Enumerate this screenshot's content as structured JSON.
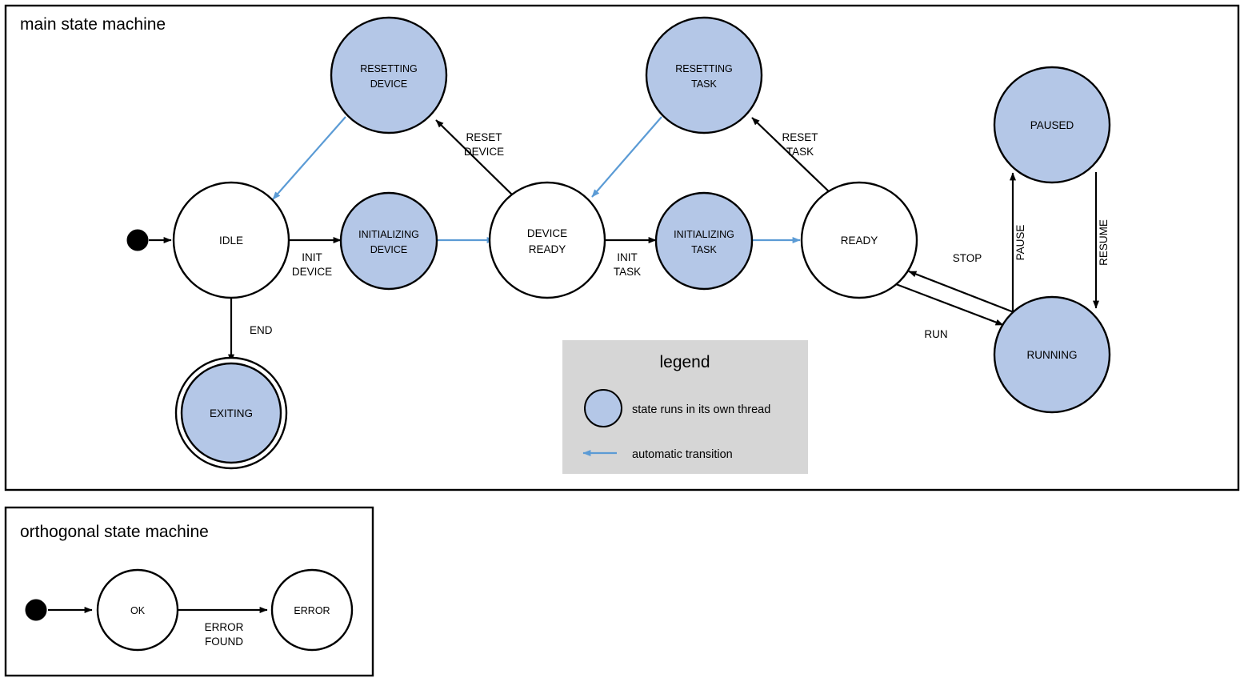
{
  "diagram": {
    "kind": "state-machine",
    "colors": {
      "thread_state_fill": "#b4c7e7",
      "plain_state_fill": "#ffffff",
      "stroke": "#000000",
      "auto_transition": "#5b9bd5",
      "legend_background": "#d6d6d6",
      "page_background": "#ffffff"
    },
    "frames": [
      {
        "id": "main",
        "title": "main state machine"
      },
      {
        "id": "orthogonal",
        "title": "orthogonal state machine"
      }
    ],
    "main": {
      "title": "main state machine",
      "states": [
        {
          "id": "idle",
          "label_lines": [
            "IDLE"
          ],
          "thread": false,
          "final": false
        },
        {
          "id": "resetting_device",
          "label_lines": [
            "RESETTING",
            "DEVICE"
          ],
          "thread": true,
          "final": false
        },
        {
          "id": "initializing_device",
          "label_lines": [
            "INITIALIZING",
            "DEVICE"
          ],
          "thread": true,
          "final": false
        },
        {
          "id": "device_ready",
          "label_lines": [
            "DEVICE",
            "READY"
          ],
          "thread": false,
          "final": false
        },
        {
          "id": "resetting_task",
          "label_lines": [
            "RESETTING",
            "TASK"
          ],
          "thread": true,
          "final": false
        },
        {
          "id": "initializing_task",
          "label_lines": [
            "INITIALIZING",
            "TASK"
          ],
          "thread": true,
          "final": false
        },
        {
          "id": "ready",
          "label_lines": [
            "READY"
          ],
          "thread": false,
          "final": false
        },
        {
          "id": "paused",
          "label_lines": [
            "PAUSED"
          ],
          "thread": true,
          "final": false
        },
        {
          "id": "running",
          "label_lines": [
            "RUNNING"
          ],
          "thread": true,
          "final": false
        },
        {
          "id": "exiting",
          "label_lines": [
            "EXITING"
          ],
          "thread": true,
          "final": true
        }
      ],
      "transitions": [
        {
          "from": "start",
          "to": "idle",
          "label_lines": [],
          "auto": false
        },
        {
          "from": "idle",
          "to": "initializing_device",
          "label_lines": [
            "INIT",
            "DEVICE"
          ],
          "auto": false
        },
        {
          "from": "initializing_device",
          "to": "device_ready",
          "label_lines": [],
          "auto": true
        },
        {
          "from": "device_ready",
          "to": "resetting_device",
          "label_lines": [
            "RESET",
            "DEVICE"
          ],
          "auto": false
        },
        {
          "from": "resetting_device",
          "to": "idle",
          "label_lines": [],
          "auto": true
        },
        {
          "from": "device_ready",
          "to": "initializing_task",
          "label_lines": [
            "INIT",
            "TASK"
          ],
          "auto": false
        },
        {
          "from": "initializing_task",
          "to": "ready",
          "label_lines": [],
          "auto": true
        },
        {
          "from": "ready",
          "to": "resetting_task",
          "label_lines": [
            "RESET",
            "TASK"
          ],
          "auto": false
        },
        {
          "from": "resetting_task",
          "to": "device_ready",
          "label_lines": [],
          "auto": true
        },
        {
          "from": "ready",
          "to": "running",
          "label_lines": [
            "RUN"
          ],
          "auto": false
        },
        {
          "from": "running",
          "to": "ready",
          "label_lines": [
            "STOP"
          ],
          "auto": false
        },
        {
          "from": "running",
          "to": "paused",
          "label_lines": [
            "PAUSE"
          ],
          "auto": false
        },
        {
          "from": "paused",
          "to": "running",
          "label_lines": [
            "RESUME"
          ],
          "auto": false
        },
        {
          "from": "idle",
          "to": "exiting",
          "label_lines": [
            "END"
          ],
          "auto": false
        }
      ],
      "edge_labels": {
        "init_device": "INIT\nDEVICE",
        "init_device_l1": "INIT",
        "init_device_l2": "DEVICE",
        "reset_device_l1": "RESET",
        "reset_device_l2": "DEVICE",
        "init_task_l1": "INIT",
        "init_task_l2": "TASK",
        "reset_task_l1": "RESET",
        "reset_task_l2": "TASK",
        "run": "RUN",
        "stop": "STOP",
        "pause": "PAUSE",
        "resume": "RESUME",
        "end": "END"
      },
      "state_labels": {
        "idle": "IDLE",
        "resetting_device_l1": "RESETTING",
        "resetting_device_l2": "DEVICE",
        "initializing_device_l1": "INITIALIZING",
        "initializing_device_l2": "DEVICE",
        "device_ready_l1": "DEVICE",
        "device_ready_l2": "READY",
        "resetting_task_l1": "RESETTING",
        "resetting_task_l2": "TASK",
        "initializing_task_l1": "INITIALIZING",
        "initializing_task_l2": "TASK",
        "ready": "READY",
        "paused": "PAUSED",
        "running": "RUNNING",
        "exiting": "EXITING"
      }
    },
    "legend": {
      "title": "legend",
      "items": [
        {
          "kind": "circle-swatch",
          "label": "state runs in its own thread"
        },
        {
          "kind": "arrow-swatch",
          "label": "automatic transition"
        }
      ],
      "item1_label": "state runs in its own thread",
      "item2_label": "automatic transition"
    },
    "orthogonal": {
      "title": "orthogonal state machine",
      "states": [
        {
          "id": "ok",
          "label": "OK",
          "thread": false
        },
        {
          "id": "error",
          "label": "ERROR",
          "thread": false
        }
      ],
      "state_labels": {
        "ok": "OK",
        "error": "ERROR"
      },
      "transitions": [
        {
          "from": "start",
          "to": "ok",
          "label_lines": []
        },
        {
          "from": "ok",
          "to": "error",
          "label_lines": [
            "ERROR",
            "FOUND"
          ]
        }
      ],
      "edge_labels": {
        "error_found_l1": "ERROR",
        "error_found_l2": "FOUND"
      }
    }
  }
}
